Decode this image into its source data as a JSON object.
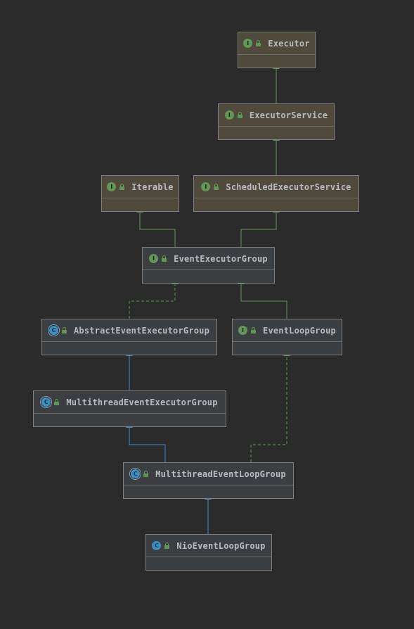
{
  "diagram": {
    "nodes": [
      {
        "id": "executor",
        "label": "Executor",
        "kind": "interface"
      },
      {
        "id": "executor_service",
        "label": "ExecutorService",
        "kind": "interface"
      },
      {
        "id": "iterable",
        "label": "Iterable",
        "kind": "interface"
      },
      {
        "id": "scheduled_executor_service",
        "label": "ScheduledExecutorService",
        "kind": "interface"
      },
      {
        "id": "event_executor_group",
        "label": "EventExecutorGroup",
        "kind": "interface"
      },
      {
        "id": "abstract_event_executor_group",
        "label": "AbstractEventExecutorGroup",
        "kind": "abstract-class"
      },
      {
        "id": "event_loop_group",
        "label": "EventLoopGroup",
        "kind": "interface"
      },
      {
        "id": "multithread_event_executor_group",
        "label": "MultithreadEventExecutorGroup",
        "kind": "abstract-class"
      },
      {
        "id": "multithread_event_loop_group",
        "label": "MultithreadEventLoopGroup",
        "kind": "abstract-class"
      },
      {
        "id": "nio_event_loop_group",
        "label": "NioEventLoopGroup",
        "kind": "class"
      }
    ],
    "edges": [
      {
        "from": "executor_service",
        "to": "executor",
        "type": "extends-interface"
      },
      {
        "from": "scheduled_executor_service",
        "to": "executor_service",
        "type": "extends-interface"
      },
      {
        "from": "event_executor_group",
        "to": "iterable",
        "type": "extends-interface"
      },
      {
        "from": "event_executor_group",
        "to": "scheduled_executor_service",
        "type": "extends-interface"
      },
      {
        "from": "abstract_event_executor_group",
        "to": "event_executor_group",
        "type": "implements"
      },
      {
        "from": "event_loop_group",
        "to": "event_executor_group",
        "type": "extends-interface"
      },
      {
        "from": "multithread_event_executor_group",
        "to": "abstract_event_executor_group",
        "type": "extends-class"
      },
      {
        "from": "multithread_event_loop_group",
        "to": "multithread_event_executor_group",
        "type": "extends-class"
      },
      {
        "from": "multithread_event_loop_group",
        "to": "event_loop_group",
        "type": "implements"
      },
      {
        "from": "nio_event_loop_group",
        "to": "multithread_event_loop_group",
        "type": "extends-class"
      }
    ]
  },
  "colors": {
    "background": "#2b2b2b",
    "interface_fill": "#4f4a3c",
    "class_fill": "#3c3f41",
    "interface_edge": "#629755",
    "class_edge": "#4a88c7"
  }
}
